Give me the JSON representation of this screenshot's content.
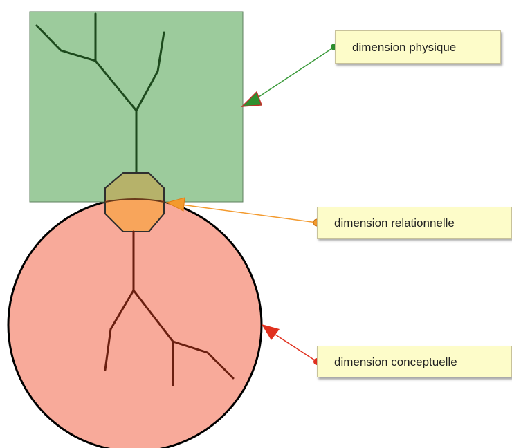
{
  "labels": {
    "physique": "dimension physique",
    "relationnelle": "dimension relationnelle",
    "conceptuelle": "dimension conceptuelle"
  },
  "colors": {
    "physique_fill": "#9ccb9c",
    "physique_stroke": "#2f7f2f",
    "relationnelle_fill": "#f8a55b",
    "relationnelle_stroke": "#f39a2e",
    "conceptuelle_fill": "#f8aa9a",
    "conceptuelle_stroke": "#e0301e",
    "branch_physique": "#1d4a1d",
    "branch_conceptuelle": "#6a1f10",
    "callout_bg": "#fdfcc9"
  }
}
